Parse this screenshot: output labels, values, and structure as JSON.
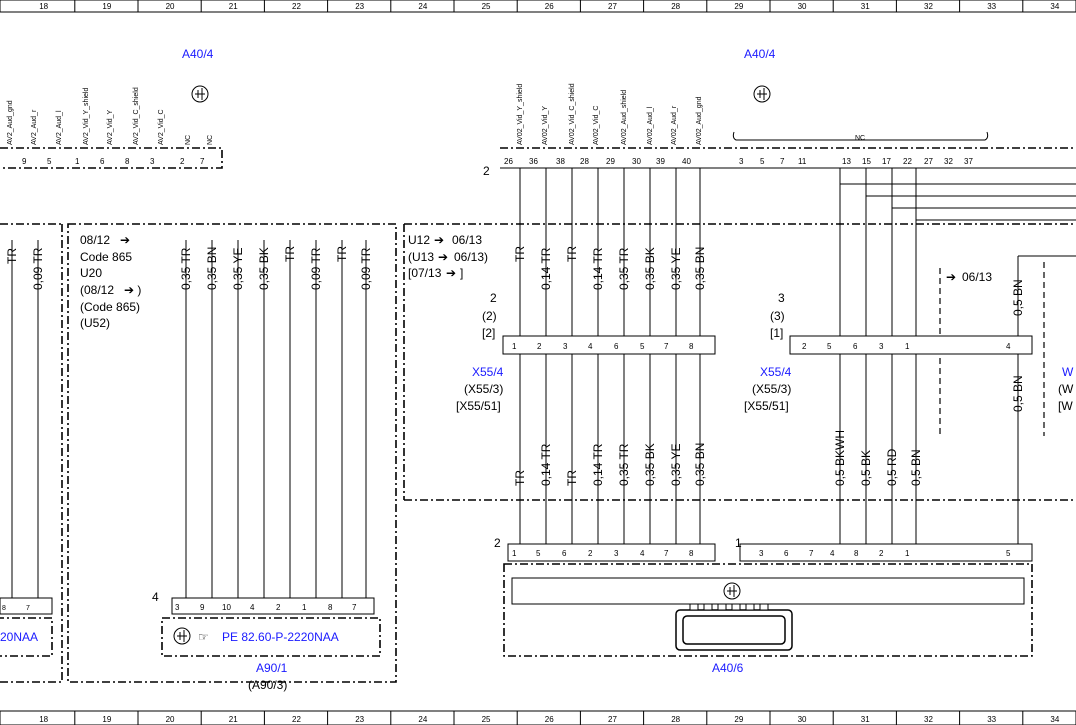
{
  "ruler": [
    "18",
    "19",
    "20",
    "21",
    "22",
    "23",
    "24",
    "25",
    "26",
    "27",
    "28",
    "29",
    "30",
    "31",
    "32",
    "33",
    "34"
  ],
  "components": {
    "a40_4_left": "A40/4",
    "a40_4_right": "A40/4",
    "x55_4": {
      "name": "X55/4",
      "alt1": "(X55/3)",
      "alt2": "[X55/51]"
    },
    "x55_4_b": {
      "name": "X55/4",
      "alt1": "(X55/3)",
      "alt2": "[X55/51]"
    },
    "a90_1": {
      "name": "A90/1",
      "alt": "(A90/3)"
    },
    "a40_6": "A40/6",
    "pe_ref": "PE 82.60-P-2220NAA",
    "pe_ref_left": "20NAA",
    "w_cut": "W",
    "w_cut_alt1": "(W",
    "w_cut_alt2": "[W"
  },
  "left_connector": {
    "signals": [
      "AV2_Aud_gnd",
      "AV2_Aud_r",
      "AV2_Aud_l",
      "AV2_Vid_Y_shield",
      "AV2_Vid_Y",
      "AV2_Vid_C_shield",
      "AV2_Vid_C",
      "NC",
      "NC"
    ],
    "pins": [
      "9",
      "5",
      "1",
      "6",
      "8",
      "3",
      "2",
      "7"
    ]
  },
  "right_connector": {
    "signals": [
      "AV02_Vid_Y_shield",
      "AV02_Vid_Y",
      "AV02_Vid_C_shield",
      "AV02_Vid_C",
      "AV02_Aud_shield",
      "AV02_Aud_l",
      "AV02_Aud_r",
      "AV02_Aud_gnd"
    ],
    "pins": [
      "26",
      "36",
      "38",
      "28",
      "29",
      "30",
      "39",
      "40"
    ],
    "pins_nc": [
      "3",
      "5",
      "7",
      "11",
      "13",
      "15",
      "17",
      "22",
      "27",
      "32",
      "37"
    ],
    "nc_label": "NC",
    "conn_no": "2"
  },
  "notes_left": [
    "08/12",
    "Code 865",
    "U20",
    "(08/12",
    "(Code 865)",
    "(U52)"
  ],
  "notes_mid": [
    "U12",
    "06/13",
    "(U13",
    "06/13)",
    "[07/13",
    "]"
  ],
  "note_right": "06/13",
  "wires_left": [
    "TR",
    "0,09 TR"
  ],
  "wires_a90": [
    "0,35 TR",
    "0,35 BN",
    "0,35 YE",
    "0,35 BK",
    "TR",
    "0,09 TR",
    "TR",
    "0,09 TR"
  ],
  "wires_mid_upper": [
    "TR",
    "0,14 TR",
    "TR",
    "0,14 TR",
    "0,35 TR",
    "0,35 BK",
    "0,35 YE",
    "0,35 BN"
  ],
  "wires_mid_lower": [
    "TR",
    "0,14 TR",
    "TR",
    "0,14 TR",
    "0,35 TR",
    "0,35 BK",
    "0,35 YE",
    "0,35 BN"
  ],
  "wires_right": [
    "0,5 BKWH",
    "0,5 BK",
    "0,5 RD",
    "0,5 BN"
  ],
  "wire_far_right_upper": "0,5 BN",
  "wire_far_right_lower": "0,5 BN",
  "x55_pins_a": [
    "1",
    "2",
    "3",
    "4",
    "6",
    "5",
    "7",
    "8"
  ],
  "x55_conn_a": [
    "2",
    "(2)",
    "[2]"
  ],
  "x55_pins_b": [
    "2",
    "5",
    "6",
    "3",
    "1",
    "4"
  ],
  "x55_conn_b": [
    "3",
    "(3)",
    "[1]"
  ],
  "a40_6_pins_a": [
    "1",
    "5",
    "6",
    "2",
    "3",
    "4",
    "7",
    "8"
  ],
  "a40_6_pins_b": [
    "3",
    "6",
    "7",
    "4",
    "8",
    "2",
    "1",
    "5"
  ],
  "a40_6_conn_a": "2",
  "a40_6_conn_b": "1",
  "a90_pins": [
    "3",
    "9",
    "10",
    "4",
    "2",
    "1",
    "8",
    "7"
  ],
  "a90_conn": "4",
  "left_bottom_pins": [
    "8",
    "7"
  ]
}
